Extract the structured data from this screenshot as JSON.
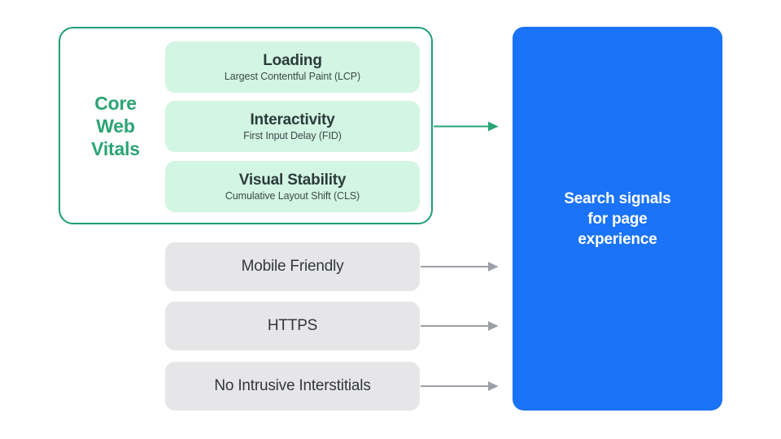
{
  "diagram": {
    "title": "Search signals for page experience",
    "colors": {
      "accent_green": "#2ba474",
      "border_green": "#1f9e71",
      "card_green": "#d3f5e3",
      "card_gray": "#e6e6e8",
      "accent_blue": "#1a73f8",
      "arrow_gray": "#9aa0a6",
      "text_dark": "#2b3b3b",
      "text_white": "#ffffff"
    },
    "core_web_vitals": {
      "group_label": "Core\nWeb\nVitals",
      "group_label_line1": "Core",
      "group_label_line2": "Web",
      "group_label_line3": "Vitals",
      "metrics": [
        {
          "title": "Loading",
          "subtitle": "Largest Contentful Paint (LCP)"
        },
        {
          "title": "Interactivity",
          "subtitle": "First Input Delay (FID)"
        },
        {
          "title": "Visual Stability",
          "subtitle": "Cumulative Layout Shift (CLS)"
        }
      ]
    },
    "other_signals": [
      {
        "label": "Mobile Friendly"
      },
      {
        "label": "HTTPS"
      },
      {
        "label": "No Intrusive Interstitials"
      }
    ],
    "destination": {
      "label": "Search signals\nfor page\nexperience"
    },
    "arrows": [
      {
        "name": "core-web-vitals-arrow",
        "color": "#2ba474"
      },
      {
        "name": "mobile-friendly-arrow",
        "color": "#9aa0a6"
      },
      {
        "name": "https-arrow",
        "color": "#9aa0a6"
      },
      {
        "name": "no-intrusive-interstitials-arrow",
        "color": "#9aa0a6"
      }
    ]
  }
}
